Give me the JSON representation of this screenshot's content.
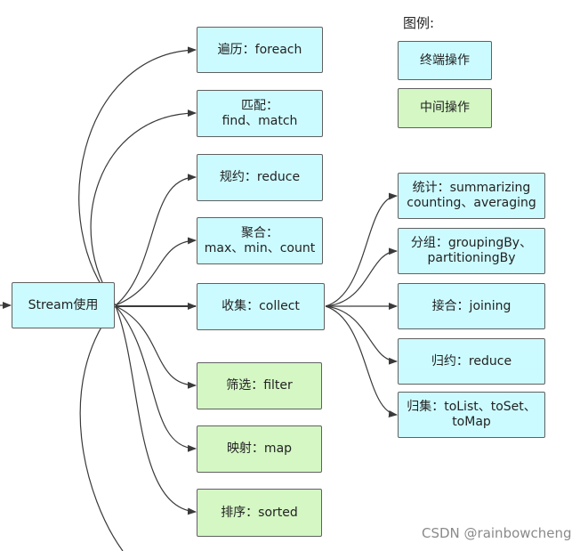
{
  "legend": {
    "title": "图例:",
    "terminal": "终端操作",
    "intermediate": "中间操作"
  },
  "root": "Stream使用",
  "operations": [
    {
      "line1": "遍历：foreach",
      "line2": "",
      "kind": "terminal"
    },
    {
      "line1": "匹配：",
      "line2": "find、match",
      "kind": "terminal"
    },
    {
      "line1": "规约：reduce",
      "line2": "",
      "kind": "terminal"
    },
    {
      "line1": "聚合：",
      "line2": "max、min、count",
      "kind": "terminal"
    },
    {
      "line1": "收集：collect",
      "line2": "",
      "kind": "terminal"
    },
    {
      "line1": "筛选：filter",
      "line2": "",
      "kind": "intermediate"
    },
    {
      "line1": "映射：map",
      "line2": "",
      "kind": "intermediate"
    },
    {
      "line1": "排序：sorted",
      "line2": "",
      "kind": "intermediate"
    }
  ],
  "collect_children": [
    {
      "line1": "统计：summarizing",
      "line2": "counting、averaging"
    },
    {
      "line1": "分组：groupingBy、",
      "line2": "partitioningBy"
    },
    {
      "line1": "接合：joining",
      "line2": ""
    },
    {
      "line1": "归约：reduce",
      "line2": ""
    },
    {
      "line1": "归集：toList、toSet、",
      "line2": "toMap"
    }
  ],
  "watermark": "CSDN @rainbowcheng",
  "colors": {
    "terminal_fill": "#ccfbff",
    "intermediate_fill": "#d4f7c4",
    "border": "#606060",
    "edge": "#3a3a3a"
  }
}
